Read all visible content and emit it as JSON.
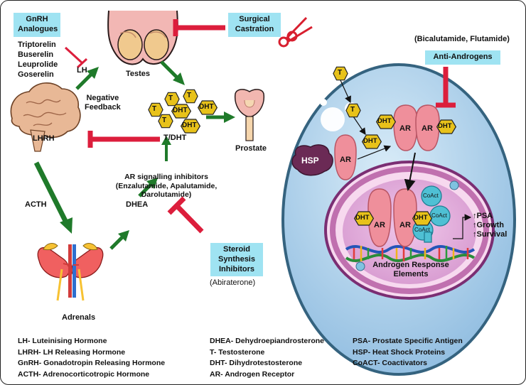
{
  "colors": {
    "box_bg": "#9fe3f2",
    "inhibit_red": "#dc1e3c",
    "activate_green": "#1f7a2a",
    "hormone_yellow": "#e8c21a",
    "ar_pink": "#ef8f9b",
    "cell_blue": "#a9cfe9",
    "nucleus_purple": "#9b3c8e"
  },
  "boxes": {
    "gnrh": "GnRH\nAnalogues",
    "surgical": "Surgical\nCastration",
    "anti_androgens": "Anti-Androgens",
    "steroid": "Steroid\nSynthesis\nInhibitors"
  },
  "labels": {
    "gnrh_drugs": "Triptorelin\nBuserelin\nLeuprolide\nGoserelin",
    "lh": "LH",
    "testes": "Testes",
    "negative_feedback": "Negative\nFeedback",
    "lhrh": "LHRH",
    "t_dht": "T/DHT",
    "prostate": "Prostate",
    "acth": "ACTH",
    "dhea": "DHEA",
    "ar_inhibitors": "AR signalling inhibitors\n(Enzalutamide, Apalutamide, Darolutamide)",
    "abiraterone": "(Abiraterone)",
    "adrenals": "Adrenals",
    "anti_androgen_drugs": "(Bicalutamide, Flutamide)",
    "hsp": "HSP",
    "ar": "AR",
    "t": "T",
    "dht": "DHT",
    "coact": "CoAct",
    "are": "Androgen Response\nElements",
    "outcomes": "↑PSA\n↑Growth\n↑Survival"
  },
  "legend": {
    "col1": [
      "LH- Luteinising Hormone",
      "LHRH- LH Releasing Hormone",
      "GnRH- Gonadotropin Releasing Hormone",
      "ACTH- Adrenocorticotropic Hormone"
    ],
    "col2": [
      "DHEA- Dehydroepiandrosterone",
      "T- Testosterone",
      "DHT- Dihydrotestosterone",
      "AR- Androgen Receptor"
    ],
    "col3": [
      "PSA- Prostate Specific Antigen",
      "HSP- Heat Shock Proteins",
      "CoACT- Coactivators"
    ]
  }
}
